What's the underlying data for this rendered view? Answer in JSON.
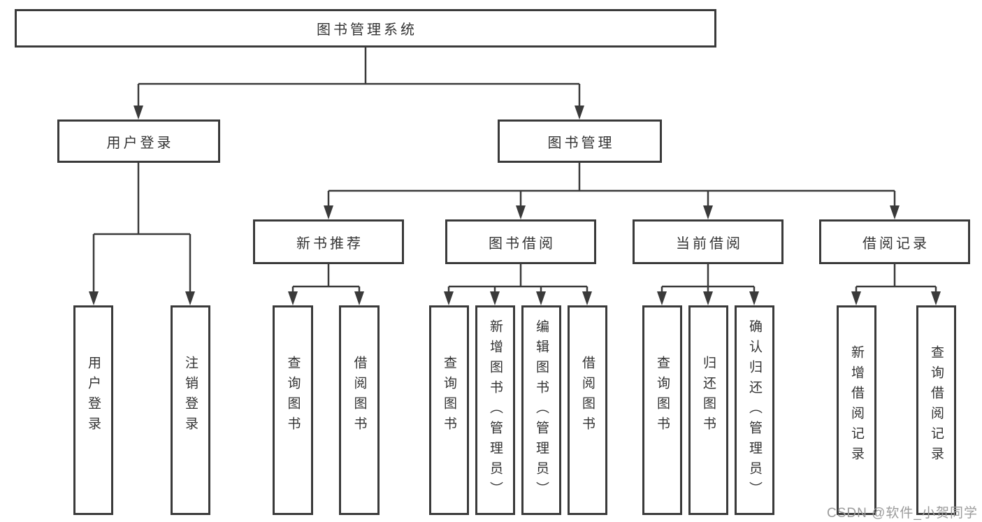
{
  "diagram": {
    "colors": {
      "line": "#3a3a3a",
      "border": "#3a3a3a",
      "text": "#333333",
      "background": "#ffffff",
      "watermark": "#9b9b9b"
    },
    "nodes": {
      "root": {
        "label": "图书管理系统"
      },
      "user_login": {
        "label": "用户登录"
      },
      "book_mgmt": {
        "label": "图书管理"
      },
      "new_book_rec": {
        "label": "新书推荐"
      },
      "book_borrow": {
        "label": "图书借阅"
      },
      "current_borrow": {
        "label": "当前借阅"
      },
      "borrow_records": {
        "label": "借阅记录"
      },
      "leaf_user_login": {
        "label": "用户登录"
      },
      "leaf_logout": {
        "label": "注销登录"
      },
      "leaf_query_books_rec": {
        "label": "查询图书"
      },
      "leaf_borrow_books_rec": {
        "label": "借阅图书"
      },
      "leaf_query_books_bor": {
        "label": "查询图书"
      },
      "leaf_add_books_admin": {
        "label": "新增图书（管理员）"
      },
      "leaf_edit_books_admin": {
        "label": "编辑图书（管理员）"
      },
      "leaf_borrow_books_bor": {
        "label": "借阅图书"
      },
      "leaf_query_books_cur": {
        "label": "查询图书"
      },
      "leaf_return_books": {
        "label": "归还图书"
      },
      "leaf_confirm_return_admin": {
        "label": "确认归还（管理员）"
      },
      "leaf_add_borrow_record": {
        "label": "新增借阅记录"
      },
      "leaf_query_borrow_record": {
        "label": "查询借阅记录"
      }
    }
  },
  "watermark": {
    "text": "CSDN @软件_小贺同学"
  }
}
